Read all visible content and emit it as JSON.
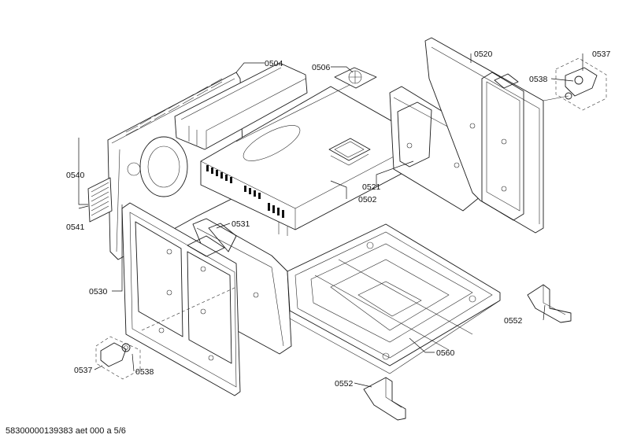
{
  "diagram": {
    "labels": {
      "p0504": "0504",
      "p0506": "0506",
      "p0520": "0520",
      "p0537_top": "0537",
      "p0538_top": "0538",
      "p0540": "0540",
      "p0541": "0541",
      "p0521": "0521",
      "p0502": "0502",
      "p0531": "0531",
      "p0530": "0530",
      "p0552_right": "0552",
      "p0560": "0560",
      "p0537_bottom": "0537",
      "p0538_bottom": "0538",
      "p0552_bottom": "0552"
    }
  },
  "footer": {
    "text": "58300000139383 aet 000 a 5/6"
  }
}
